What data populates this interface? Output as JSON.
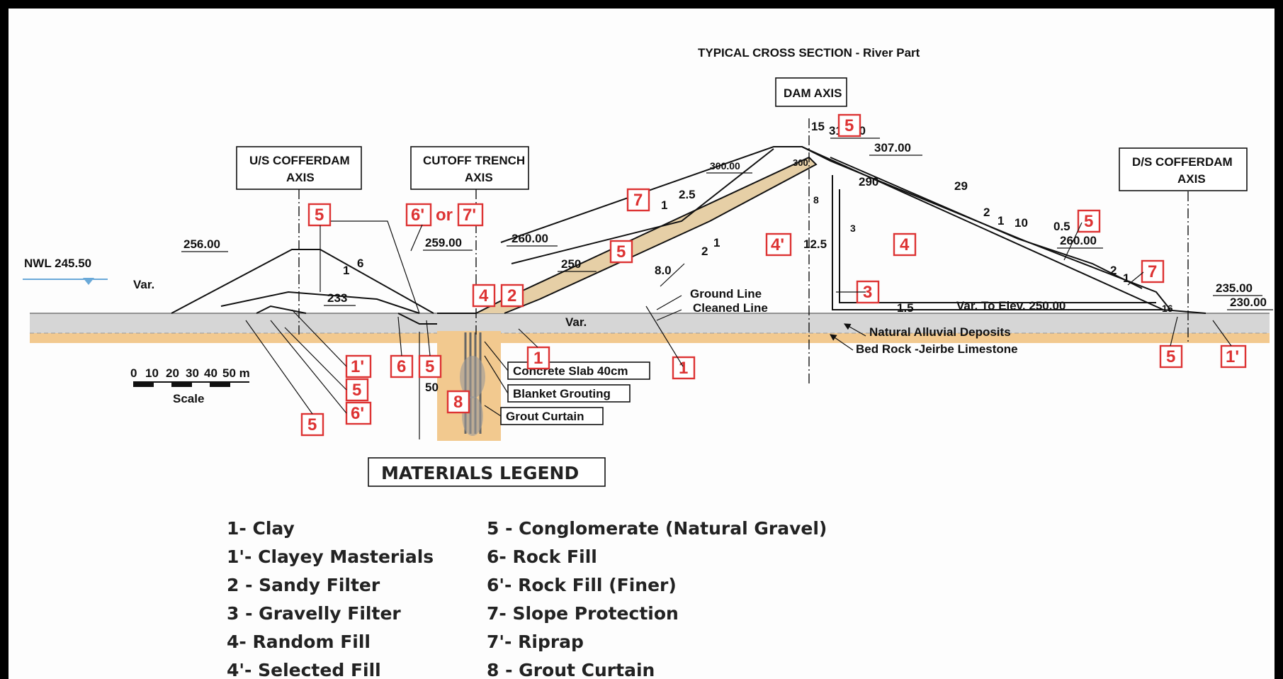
{
  "title": "TYPICAL CROSS SECTION - River Part",
  "axes": {
    "dam": [
      "DAM AXIS"
    ],
    "us_cofferdam": [
      "U/S COFFERDAM",
      "AXIS"
    ],
    "cutoff": [
      "CUTOFF TRENCH",
      "AXIS"
    ],
    "ds_cofferdam": [
      "D/S COFFERDAM",
      "AXIS"
    ]
  },
  "elevations": {
    "e312": "312.00",
    "e307": "307.00",
    "e300": "300.00",
    "e300b": "300",
    "e290": "290",
    "e260a": "260.00",
    "e260b": "260.00",
    "e259": "259.00",
    "e256": "256.00",
    "e250": "250",
    "e233": "233",
    "e235": "235.00",
    "e230": "230.00",
    "nwl": "NWL 245.50"
  },
  "dims": {
    "d15": "15",
    "d2_5": "2.5",
    "d8_0": "8.0",
    "d12_5": "12.5",
    "d8": "8",
    "d3": "3",
    "d1_5": "1.5",
    "d29": "29",
    "d10": "10",
    "d0_5": "0.5",
    "d16": "16",
    "d50": "50",
    "s1": "1",
    "s2": "2",
    "s6": "6"
  },
  "notes": {
    "var1": "Var.",
    "var2": "Var.",
    "ground": "Ground Line",
    "cleaned": "Cleaned Line",
    "var_elev": "Var. To Elev. 250.00",
    "alluvial": "Natural Alluvial Deposits",
    "bedrock": "Bed Rock -Jeirbe Limestone",
    "slab": "Concrete Slab 40cm",
    "blanket": "Blanket  Grouting",
    "curtain": "Grout  Curtain",
    "or": "or"
  },
  "zone_tags": {
    "t5_crest": "5",
    "t7_us": "7",
    "t5_us": "5",
    "t4p": "4'",
    "t4": "4",
    "t5_ds": "5",
    "t7_ds": "7",
    "t3": "3",
    "t1_core": "1",
    "t1_toe": "1",
    "t4_trench": "4",
    "t2": "2",
    "t6p_top": "6'",
    "t7p_top": "7'",
    "t5_cof": "5",
    "t1p": "1'",
    "t5_a": "5",
    "t6p": "6'",
    "t6": "6",
    "t5_b": "5",
    "t5_c": "5",
    "t8": "8",
    "t5_dsc": "5",
    "t1p_ds": "1'"
  },
  "scale": {
    "ticks": [
      "0",
      "10",
      "20",
      "30",
      "40",
      "50 m"
    ],
    "label": "Scale"
  },
  "legend": {
    "title": "MATERIALS LEGEND",
    "left": [
      "1- Clay",
      "1'- Clayey Masterials",
      "2 - Sandy Filter",
      "3 - Gravelly Filter",
      "4-  Random Fill",
      "4'- Selected Fill"
    ],
    "right": [
      "5 - Conglomerate (Natural Gravel)",
      "6-  Rock Fill",
      "6'- Rock Fill  (Finer)",
      "7- Slope Protection",
      "7'- Riprap",
      "8 - Grout Curtain"
    ]
  },
  "colors": {
    "tag": "#dd3333",
    "ground": "#d6d6d6",
    "bedrock": "#f2c98f",
    "core": "#e6cfa6"
  }
}
